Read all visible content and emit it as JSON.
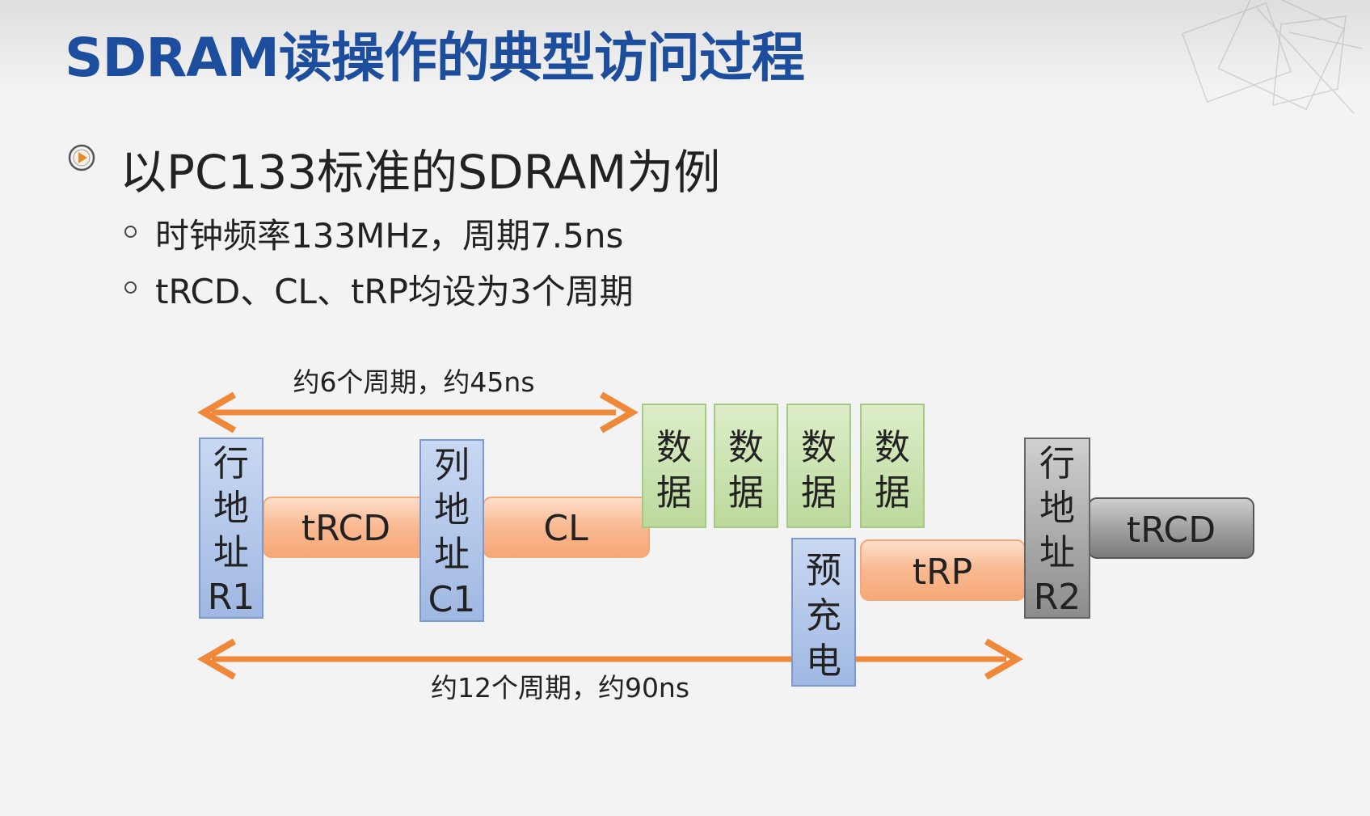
{
  "title": "SDRAM读操作的典型访问过程",
  "bullets": {
    "main": "以PC133标准的SDRAM为例",
    "sub": [
      "时钟频率133MHz，周期7.5ns",
      "tRCD、CL、tRP均设为3个周期"
    ]
  },
  "diagram": {
    "top_arrow_label": "约6个周期，约45ns",
    "bottom_arrow_label": "约12个周期，约90ns",
    "row_addr_r1": [
      "行",
      "地",
      "址",
      "R1"
    ],
    "col_addr_c1": [
      "列",
      "地",
      "址",
      "C1"
    ],
    "precharge": [
      "预",
      "充",
      "电"
    ],
    "row_addr_r2": [
      "行",
      "地",
      "址",
      "R2"
    ],
    "data_cell": [
      "数",
      "据"
    ],
    "trcd1": "tRCD",
    "cl": "CL",
    "trp": "tRP",
    "trcd2": "tRCD"
  },
  "colors": {
    "title": "#1d4e9e",
    "arrow": "#f0883a",
    "blue_box": "#a9bfe6",
    "orange_box": "#f8b48c",
    "green_box": "#c4dfa6",
    "gray_box": "#9a9a9a"
  }
}
